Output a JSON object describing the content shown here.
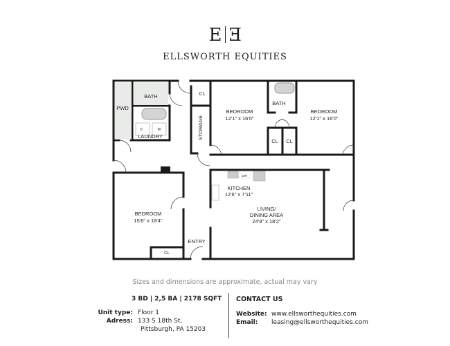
{
  "header": {
    "logo_letters": "EE",
    "company": "ELLSWORTH EQUITIES"
  },
  "plan": {
    "rooms": {
      "pwd": "PWD",
      "bath1": "BATH",
      "laundry": "LAUNDRY",
      "dryer": "D",
      "washer": "W",
      "cl1": "CL",
      "storage": "STORAGE",
      "bedroom2": "BEDROOM",
      "bedroom2_size": "12'1\" x 16'0\"",
      "bath2": "BATH",
      "cl2": "CL",
      "cl3": "CL",
      "bedroom3": "BEDROOM",
      "bedroom3_size": "12'1\" x 16'0\"",
      "dw": "DW",
      "kitchen": "KITCHEN",
      "kitchen_size": "12'6\" x 7'11\"",
      "living": "LIVING/",
      "living2": "DINING AREA",
      "living_size": "24'9\" x 18'2\"",
      "bedroom1": "BEDROOM",
      "bedroom1_size": "15'6\" x 18'4\"",
      "cl4": "CL",
      "entry": "ENTRY"
    }
  },
  "disclaimer": "Sizes and dimensions are approximate, actual may vary",
  "unit": {
    "stats": "3 BD | 2,5 BA | 2178 SQFT",
    "type_label": "Unit type:",
    "type_value": "Floor 1",
    "address_label": "Adress:",
    "address_line1": "133 S 18th St,",
    "address_line2": "Pittsburgh, PA 15203"
  },
  "contact": {
    "title": "CONTACT US",
    "website_label": "Website:",
    "website": "www.ellsworthequities.com",
    "email_label": "Email:",
    "email": "leasing@ellsworthequities.com"
  }
}
